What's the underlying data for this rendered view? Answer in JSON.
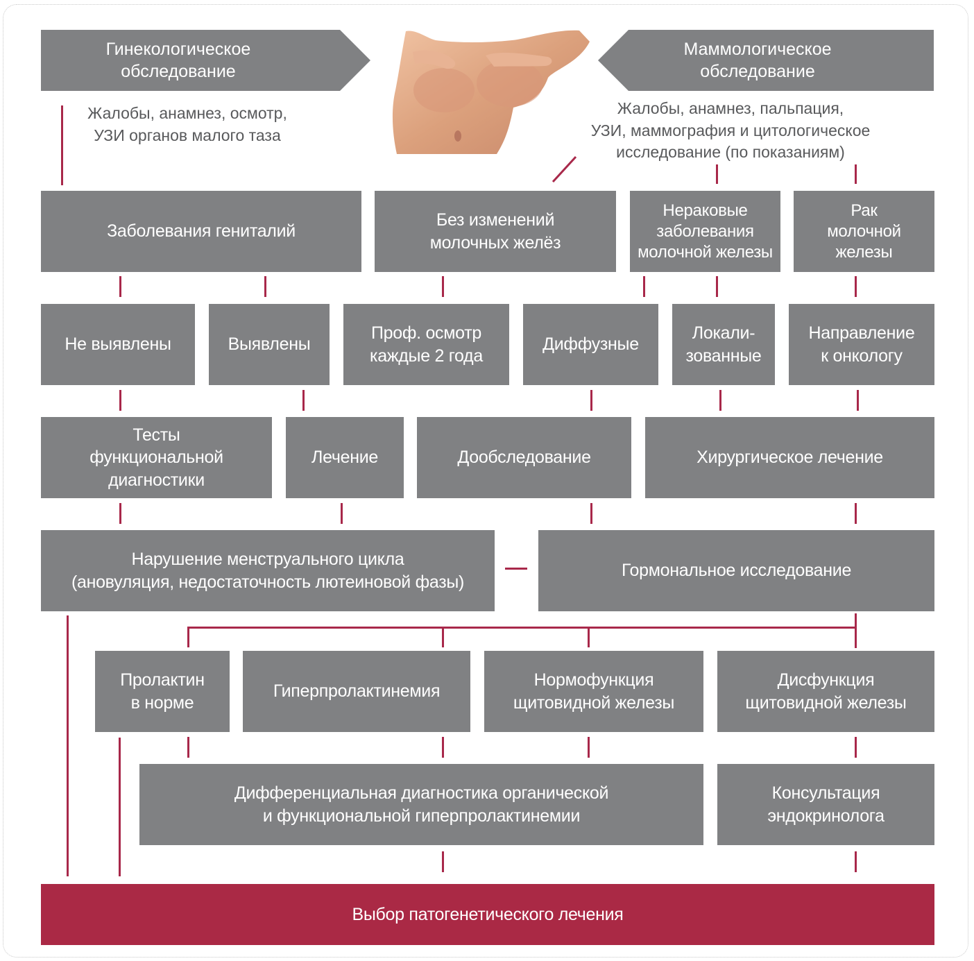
{
  "colors": {
    "box": "#808183",
    "connector": "#a8284a",
    "final": "#aa2945",
    "note_text": "#58595b"
  },
  "header": {
    "gyn_title": "Гинекологическое\nобследование",
    "gyn_note": "Жалобы, анамнез,   осмотр,\nУЗИ органов малого таза",
    "mam_title": "Маммологическое\nобследование",
    "mam_note": "Жалобы, анамнез, пальпация,\nУЗИ, маммография и цитологическое\nисследование (по показаниям)"
  },
  "row1": {
    "genital": "Заболевания гениталий",
    "no_change": "Без изменений\nмолочных желёз",
    "noncancer": "Нераковые\nзаболевания\nмолочной железы",
    "cancer": "Рак\nмолочной\nжелезы"
  },
  "row2": {
    "not_found": "Не выявлены",
    "found": "Выявлены",
    "checkup": "Проф. осмотр\nкаждые 2 года",
    "diffuse": "Диффузные",
    "local": "Локали-\nзованные",
    "oncologist": "Направление\nк онкологу"
  },
  "row3": {
    "tests": "Тесты\nфункциональной\nдиагностики",
    "treatment": "Лечение",
    "further": "Дообследование",
    "surgery": "Хирургическое  лечение"
  },
  "row4": {
    "cycle": "Нарушение менструального цикла\n(ановуляция, недостаточность лютеиновой фазы)",
    "hormonal": "Гормональное исследование"
  },
  "row5": {
    "prolactin_norm": "Пролактин\nв норме",
    "hyperprolactinemia": "Гиперпролактинемия",
    "thyroid_normal": "Нормофункция\nщитовидной железы",
    "thyroid_dys": "Дисфункция\nщитовидной железы"
  },
  "row6": {
    "differential": "Дифференциальная диагностика органической\nи функциональной гиперпролактинемии",
    "endocrinologist": "Консультация\nэндокринолога"
  },
  "final": {
    "label": "Выбор патогенетического лечения"
  }
}
